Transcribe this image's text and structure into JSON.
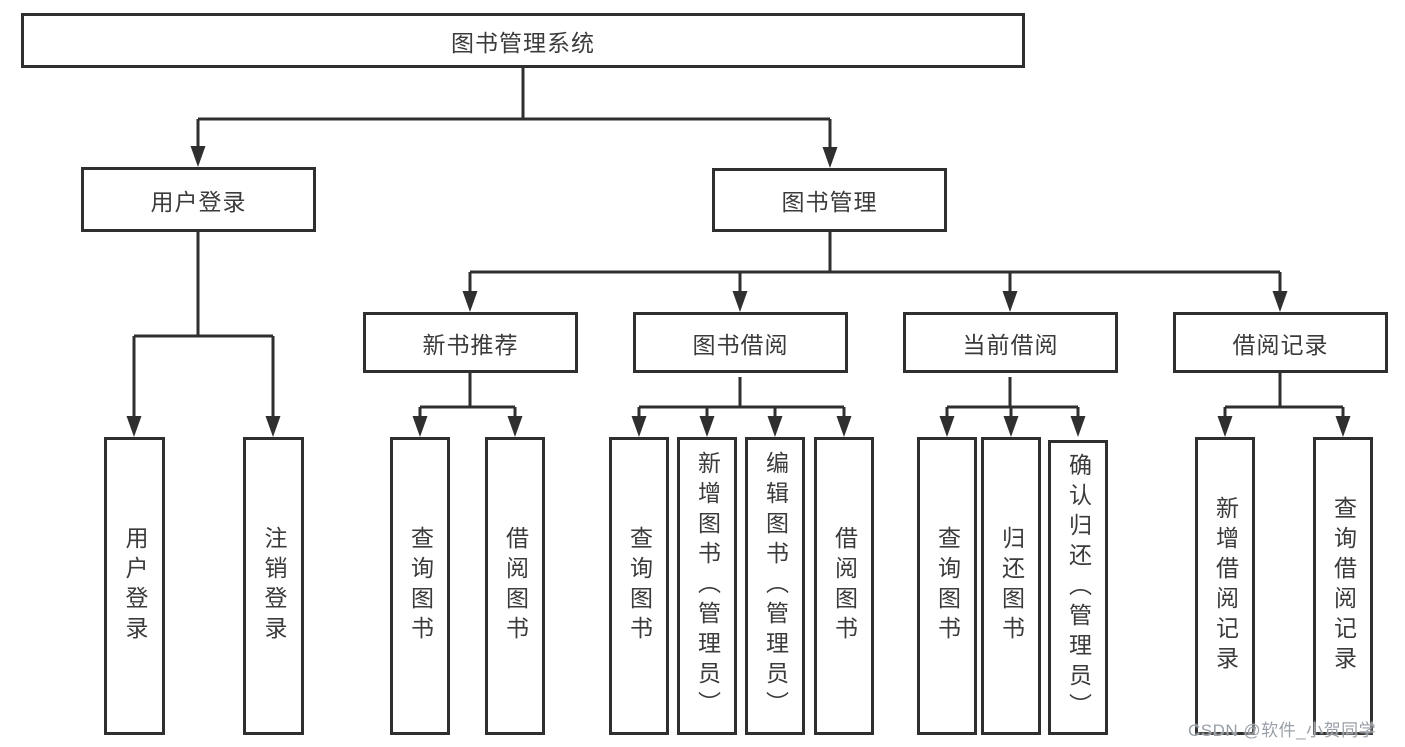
{
  "tree": {
    "root": "图书管理系统",
    "level2": [
      {
        "label": "用户登录",
        "children": [
          {
            "label": "用户登录"
          },
          {
            "label": "注销登录"
          }
        ]
      },
      {
        "label": "图书管理",
        "children": [
          {
            "label": "新书推荐",
            "children": [
              {
                "label": "查询图书"
              },
              {
                "label": "借阅图书"
              }
            ]
          },
          {
            "label": "图书借阅",
            "children": [
              {
                "label": "查询图书"
              },
              {
                "label": "新增图书（管理员）"
              },
              {
                "label": "编辑图书（管理员）"
              },
              {
                "label": "借阅图书"
              }
            ]
          },
          {
            "label": "当前借阅",
            "children": [
              {
                "label": "查询图书"
              },
              {
                "label": "归还图书"
              },
              {
                "label": "确认归还（管理员）"
              }
            ]
          },
          {
            "label": "借阅记录",
            "children": [
              {
                "label": "新增借阅记录"
              },
              {
                "label": "查询借阅记录"
              }
            ]
          }
        ]
      }
    ]
  },
  "watermark": {
    "text": "CSDN @软件_小贺同学"
  },
  "colors": {
    "line": "#2f2f2f",
    "box_border": "#2f2f2f",
    "text": "#3b3b3b",
    "watermark": "#9aa0a8",
    "background": "#ffffff"
  }
}
